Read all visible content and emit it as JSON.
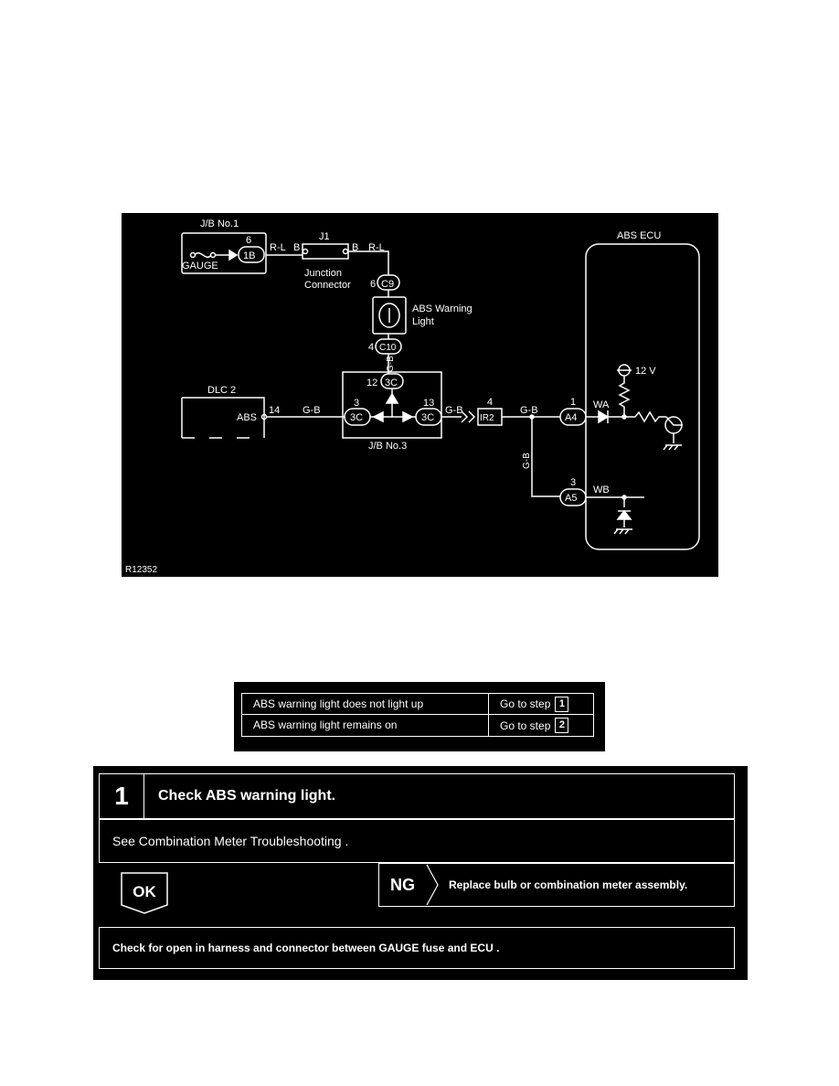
{
  "diagram": {
    "jb1_title": "J/B No.1",
    "jb1_pin": "6",
    "jb1_connector": "1B",
    "gauge_label": "GAUGE",
    "wire_rl_left": "R-L",
    "b_left": "B",
    "j1_label": "J1",
    "b_right": "B",
    "wire_rl_right": "R-L",
    "junction_connector": [
      "Junction",
      "Connector"
    ],
    "c9_pin": "6",
    "c9_connector": "C9",
    "abs_warning_light": [
      "ABS Warning",
      "Light"
    ],
    "c10_pin": "4",
    "c10_connector": "C10",
    "wire_gb_vertical": "G-B",
    "jb3_top_pin": "12",
    "jb3_top_connector": "3C",
    "dlc2_title": "DLC 2",
    "dlc2_abs": "ABS",
    "dlc2_pin": "14",
    "wire_gb_dlc": "G-B",
    "jb3_left_pin": "3",
    "jb3_left_connector": "3C",
    "jb3_right_pin": "13",
    "jb3_right_connector": "3C",
    "jb3_title": "J/B No.3",
    "wire_gb_out": "G-B",
    "ir2_pin": "4",
    "ir2_connector": "IR2",
    "wire_gb_ecu": "G-B",
    "wire_gb_down": "G-B",
    "a4_pin": "1",
    "a4_connector": "A4",
    "wa_label": "WA",
    "a5_pin": "3",
    "a5_connector": "A5",
    "wb_label": "WB",
    "ecu_title": "ABS ECU",
    "voltage": "12 V",
    "figure_code": "R12352"
  },
  "symptom_table": {
    "rows": [
      {
        "condition": "ABS warning light does not light up",
        "action": "Go to step",
        "step": "1"
      },
      {
        "condition": "ABS warning light remains on",
        "action": "Go to step",
        "step": "2"
      }
    ]
  },
  "step1": {
    "number": "1",
    "title": "Check ABS warning light.",
    "description": "See Combination Meter Troubleshooting .",
    "ok_label": "OK",
    "ng_label": "NG",
    "ng_action": "Replace bulb or combination meter assembly.",
    "ok_action": "Check for open in harness and connector between GAUGE fuse and ECU ."
  }
}
